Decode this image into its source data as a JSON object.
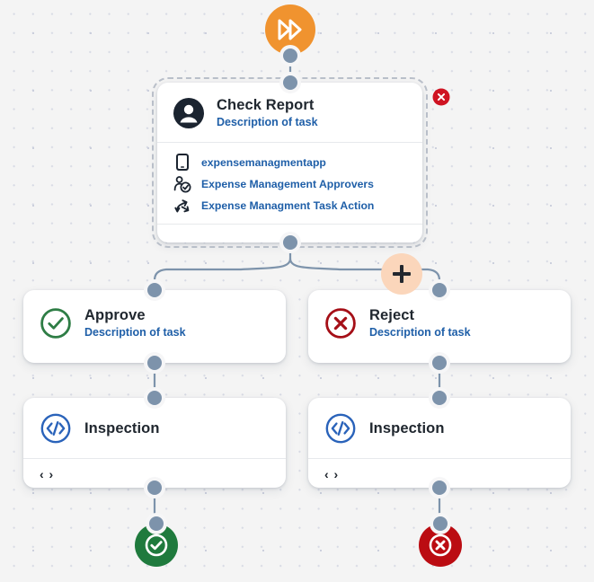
{
  "canvas": {
    "background_color": "#f4f4f4",
    "grid_dot_color": "#c9cddb",
    "connector_color": "#7d93ab"
  },
  "trigger": {
    "name": "start-trigger",
    "icon": "fast-forward-icon",
    "color": "#f0932f"
  },
  "main_card": {
    "title": "Check Report",
    "subtitle": "Description of task",
    "avatar_icon": "person-icon",
    "delete_label": "✖",
    "rows": [
      {
        "icon": "mobile-phone-icon",
        "label": "expensemanagmentapp"
      },
      {
        "icon": "person-check-icon",
        "label": "Expense Management Approvers"
      },
      {
        "icon": "branch-arrows-icon",
        "label": "Expense Managment Task Action"
      }
    ]
  },
  "add_button": {
    "name": "add-step-button",
    "label": "+",
    "color": "#fbd6bb"
  },
  "branches": [
    {
      "title": "Approve",
      "subtitle": "Description of task",
      "icon": "check-circle-icon",
      "color": "#2e7d45"
    },
    {
      "title": "Reject",
      "subtitle": "Description of task",
      "icon": "x-circle-icon",
      "color": "#a50f17"
    }
  ],
  "inspections": [
    {
      "title": "Inspection",
      "icon": "code-circle-icon",
      "footer": "‹ ›",
      "color": "#2a63ba"
    },
    {
      "title": "Inspection",
      "icon": "code-circle-icon",
      "footer": "‹ ›",
      "color": "#2a63ba"
    }
  ],
  "end_nodes": [
    {
      "name": "end-success",
      "icon": "check-ring-icon",
      "color": "#1f7a3d"
    },
    {
      "name": "end-failure",
      "icon": "x-ring-icon",
      "color": "#bb0c12"
    }
  ]
}
